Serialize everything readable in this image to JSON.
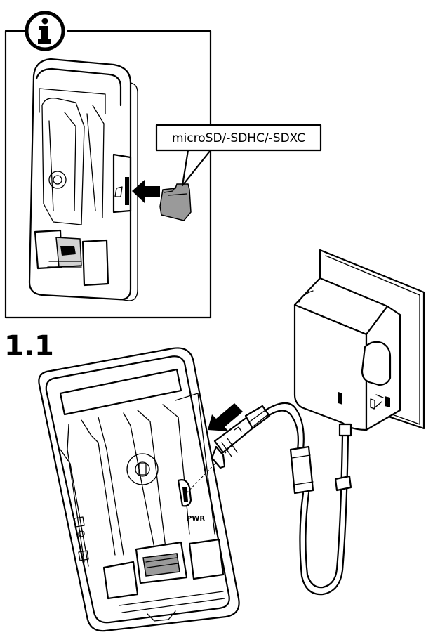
{
  "step_number": "1.1",
  "info_icon": "info-icon",
  "card_label": "microSD/-SDHC/-SDXC",
  "port_label": "PWR"
}
